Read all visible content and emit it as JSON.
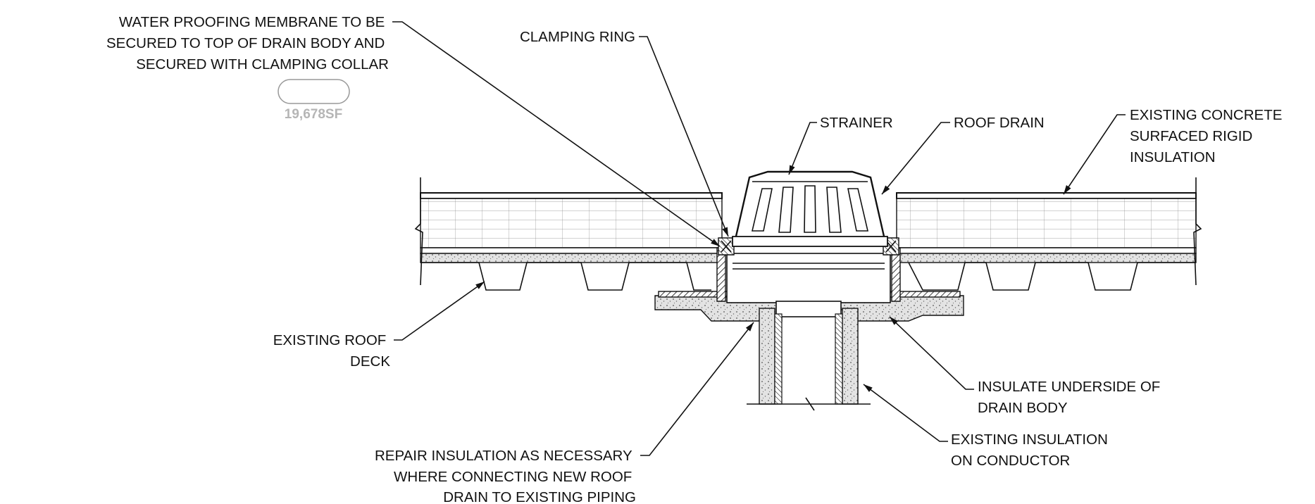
{
  "labels": {
    "membrane": [
      "WATER PROOFING MEMBRANE TO BE",
      "SECURED TO TOP OF DRAIN BODY AND",
      "SECURED WITH CLAMPING COLLAR"
    ],
    "clamping_ring": "CLAMPING RING",
    "strainer": "STRAINER",
    "roof_drain": "ROOF DRAIN",
    "existing_insulation_top": [
      "EXISTING CONCRETE",
      "SURFACED RIGID",
      "INSULATION"
    ],
    "roof_deck": [
      "EXISTING ROOF",
      "DECK"
    ],
    "insulate_underside": [
      "INSULATE UNDERSIDE OF",
      "DRAIN BODY"
    ],
    "existing_insulation_conductor": [
      "EXISTING INSULATION",
      "ON CONDUCTOR"
    ],
    "repair_insulation": [
      "REPAIR INSULATION AS NECESSARY",
      "WHERE CONNECTING NEW ROOF",
      "DRAIN TO EXISTING PIPING"
    ]
  },
  "area_tag": "19,678SF"
}
